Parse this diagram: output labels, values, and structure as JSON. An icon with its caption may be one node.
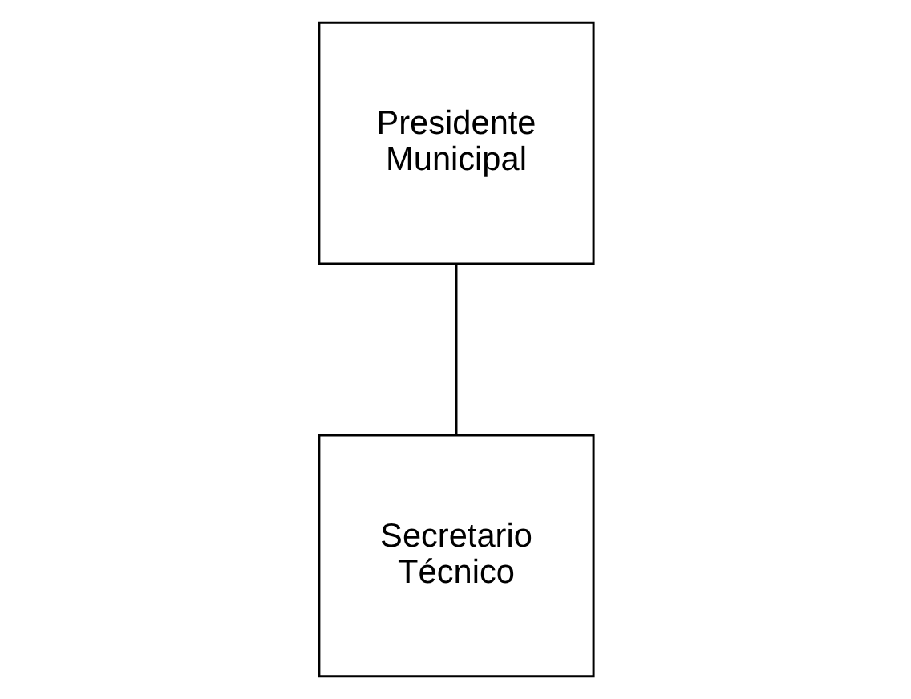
{
  "diagram": {
    "nodes": [
      {
        "text": [
          "Presidente Municipal"
        ]
      },
      {
        "text": [
          "Secretario Técnico"
        ]
      }
    ],
    "edges": [
      {
        "from": 0,
        "to": 1,
        "arrow": "none"
      }
    ]
  }
}
